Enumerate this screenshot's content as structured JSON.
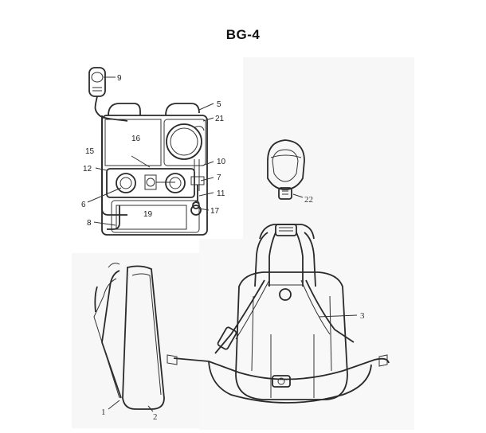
{
  "title": "BG-4",
  "labels": {
    "n1": "1",
    "n2": "2",
    "n3": "3",
    "n5": "5",
    "n6": "6",
    "n7": "7",
    "n8": "8",
    "n9": "9",
    "n10": "10",
    "n11": "11",
    "n12": "12",
    "n15": "15",
    "n16": "16",
    "n17": "17",
    "n19": "19",
    "n21": "21",
    "n22": "22"
  }
}
